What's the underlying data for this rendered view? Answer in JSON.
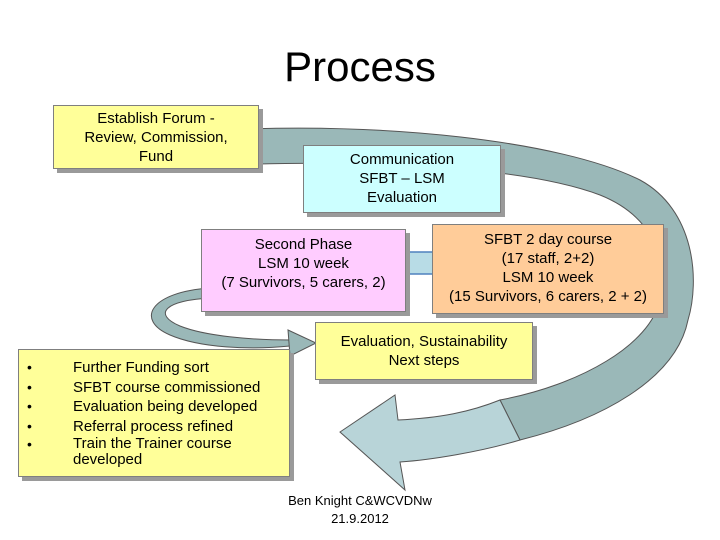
{
  "title": "Process",
  "boxes": {
    "establish": [
      "Establish Forum -",
      "Review, Commission,",
      "Fund"
    ],
    "communication": [
      "Communication",
      "SFBT – LSM",
      "Evaluation"
    ],
    "second_phase": [
      "Second Phase",
      "LSM 10 week",
      "(7 Survivors, 5 carers, 2)"
    ],
    "sfbt_course": [
      "SFBT 2 day course",
      "(17 staff,  2+2)",
      "LSM 10 week",
      "(15 Survivors, 6 carers, 2 + 2)"
    ],
    "evaluation": [
      "Evaluation,  Sustainability",
      "Next steps"
    ]
  },
  "bullets": [
    "Further Funding sort",
    "SFBT course commissioned",
    "Evaluation being developed",
    "Referral process refined",
    "Train the Trainer course developed"
  ],
  "footer": [
    "Ben Knight C&WCVDNw",
    "21.9.2012"
  ],
  "colors": {
    "yellow_box": "#ffff99",
    "cyan_box": "#ccffff",
    "pink_box": "#ffccff",
    "orange_box": "#ffcc99",
    "cycle_arrow": "#9ab8b8",
    "block_arrow": "#b8dce6"
  }
}
